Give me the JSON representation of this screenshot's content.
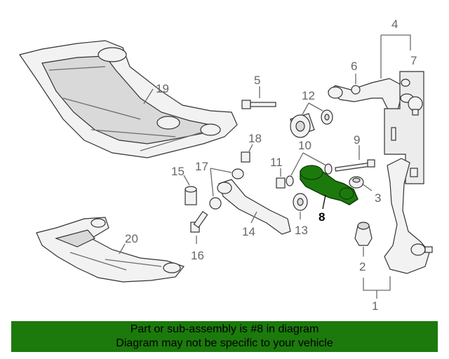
{
  "callouts": {
    "c1": "1",
    "c2": "2",
    "c3": "3",
    "c4": "4",
    "c5": "5",
    "c6": "6",
    "c7": "7",
    "c8": "8",
    "c9": "9",
    "c10": "10",
    "c11": "11",
    "c12": "12",
    "c13": "13",
    "c14": "14",
    "c15": "15",
    "c16": "16",
    "c17": "17",
    "c18": "18",
    "c19": "19",
    "c20": "20"
  },
  "highlighted_part": "8",
  "colors": {
    "highlight": "#1c7a0c",
    "banner_bg": "#1c7a0c",
    "line": "#6b6b6b"
  },
  "banner": {
    "line1": "Part or sub-assembly is #8 in diagram",
    "line2": "Diagram may not be specific to your vehicle"
  }
}
